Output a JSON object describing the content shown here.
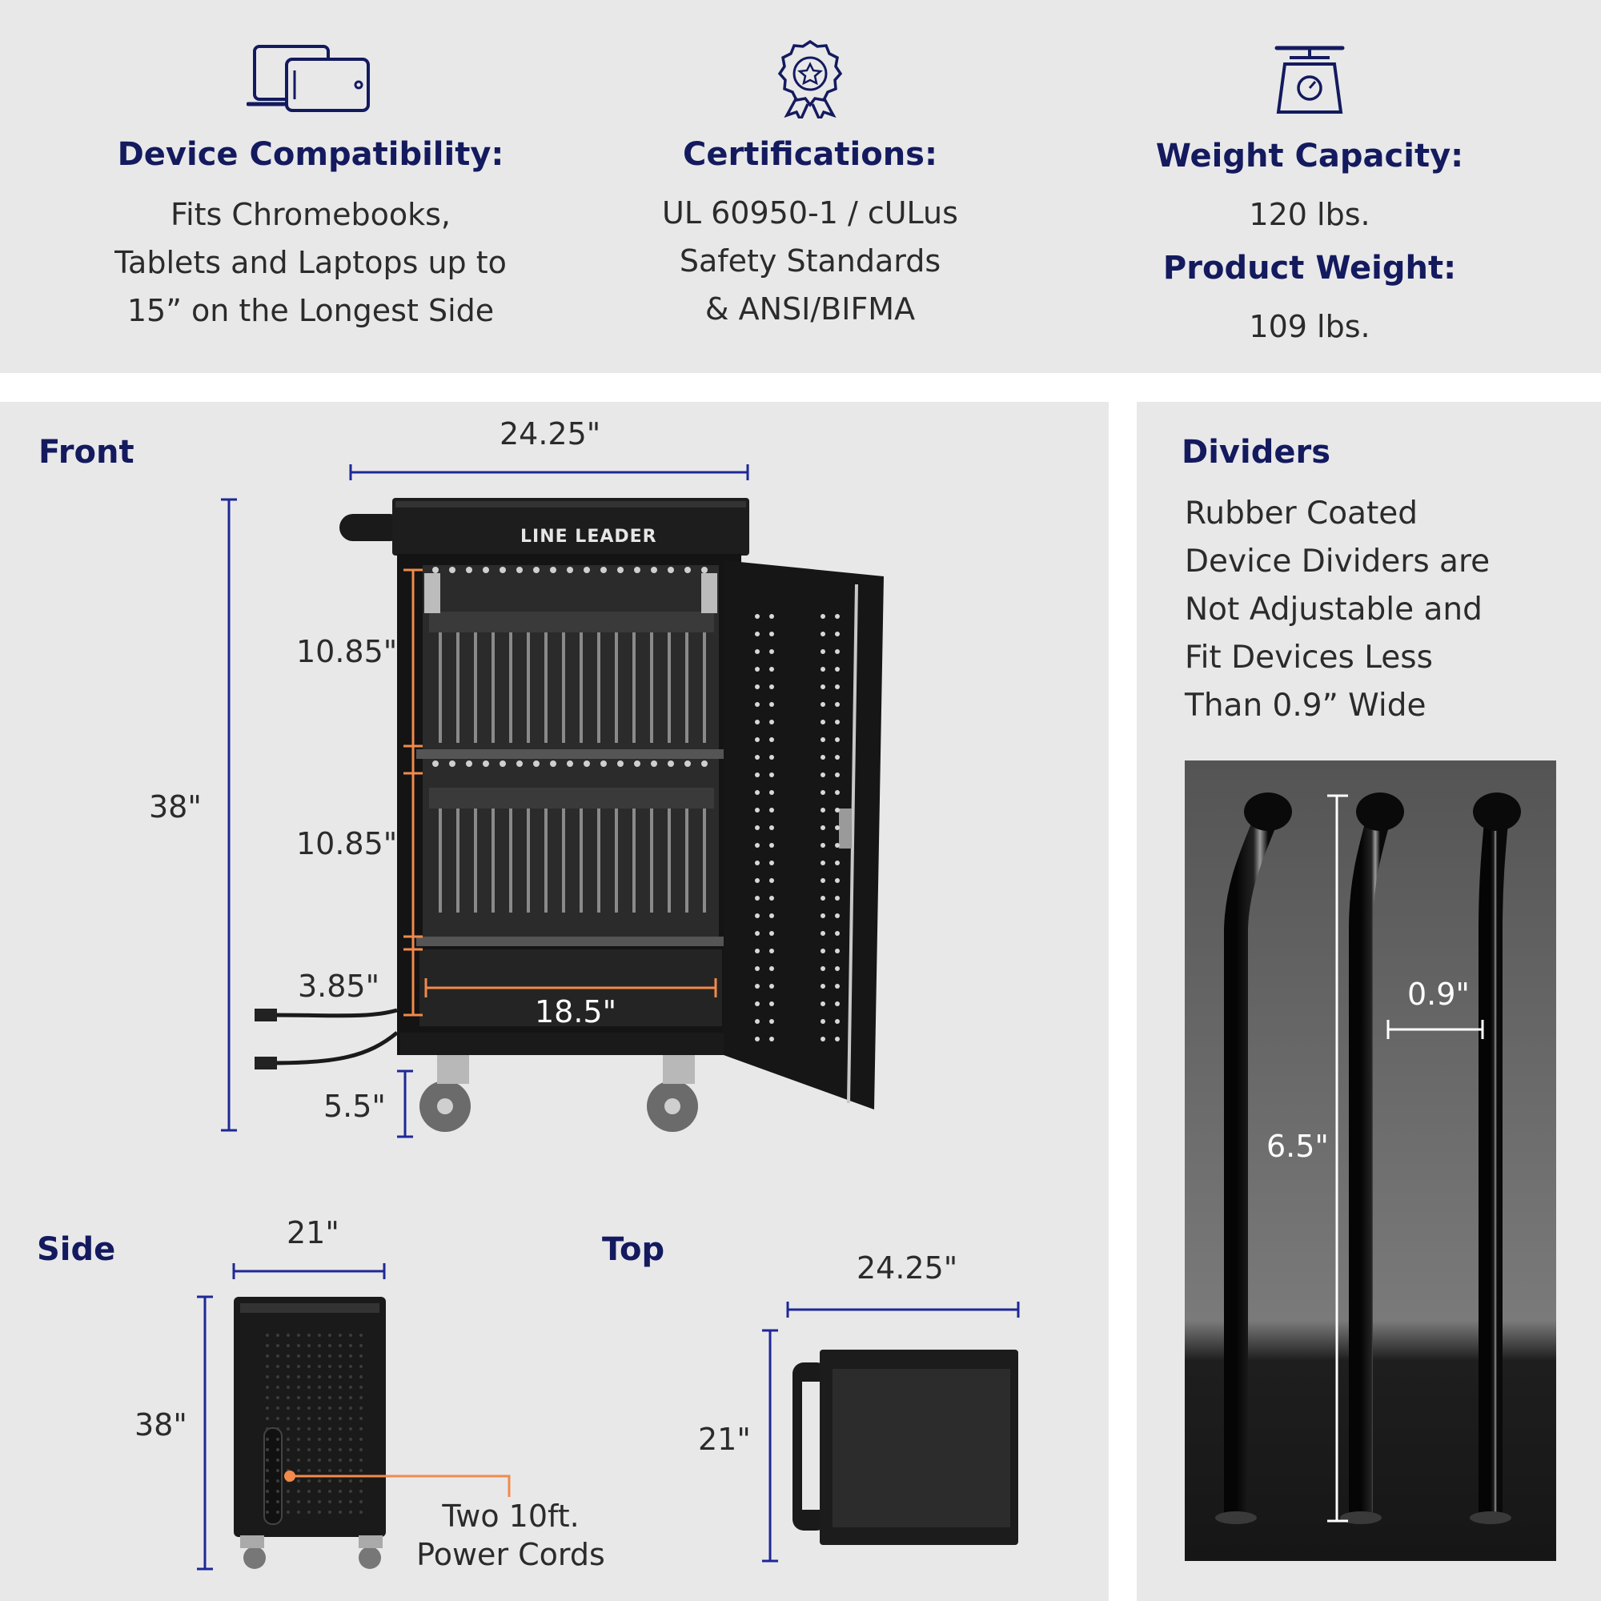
{
  "features": [
    {
      "icon": "laptop-tablet-icon",
      "title": "Device Compatibility:",
      "lines": [
        "Fits Chromebooks,",
        "Tablets and Laptops up to",
        "15” on the Longest Side"
      ]
    },
    {
      "icon": "award-ribbon-icon",
      "title": "Certifications:",
      "lines": [
        "UL 60950-1 / cULus",
        "Safety Standards",
        "& ANSI/BIFMA"
      ]
    },
    {
      "icon": "scale-icon",
      "title": "Weight Capacity:",
      "value": "120 lbs.",
      "title2": "Product Weight:",
      "value2": "109 lbs."
    }
  ],
  "front": {
    "title": "Front",
    "brand": "LINE LEADER",
    "width": "24.25\"",
    "height": "38\"",
    "shelf_upper": "10.85\"",
    "shelf_lower": "10.85\"",
    "bottom_bay": "3.85\"",
    "inner_width": "18.5\"",
    "caster": "5.5\""
  },
  "side": {
    "title": "Side",
    "width": "21\"",
    "height": "38\"",
    "callout_line1": "Two 10ft.",
    "callout_line2": "Power Cords"
  },
  "top": {
    "title": "Top",
    "width": "24.25\"",
    "depth": "21\""
  },
  "dividers": {
    "title": "Dividers",
    "lines": [
      "Rubber Coated",
      "Device Dividers are",
      "Not Adjustable and",
      "Fit Devices Less",
      "Than 0.9” Wide"
    ],
    "gap": "0.9\"",
    "height": "6.5\""
  },
  "colors": {
    "navy": "#141a5e",
    "dimension_blue": "#1e2896",
    "accent_orange": "#f28a4b",
    "panel_grey": "#e8e8e9"
  }
}
